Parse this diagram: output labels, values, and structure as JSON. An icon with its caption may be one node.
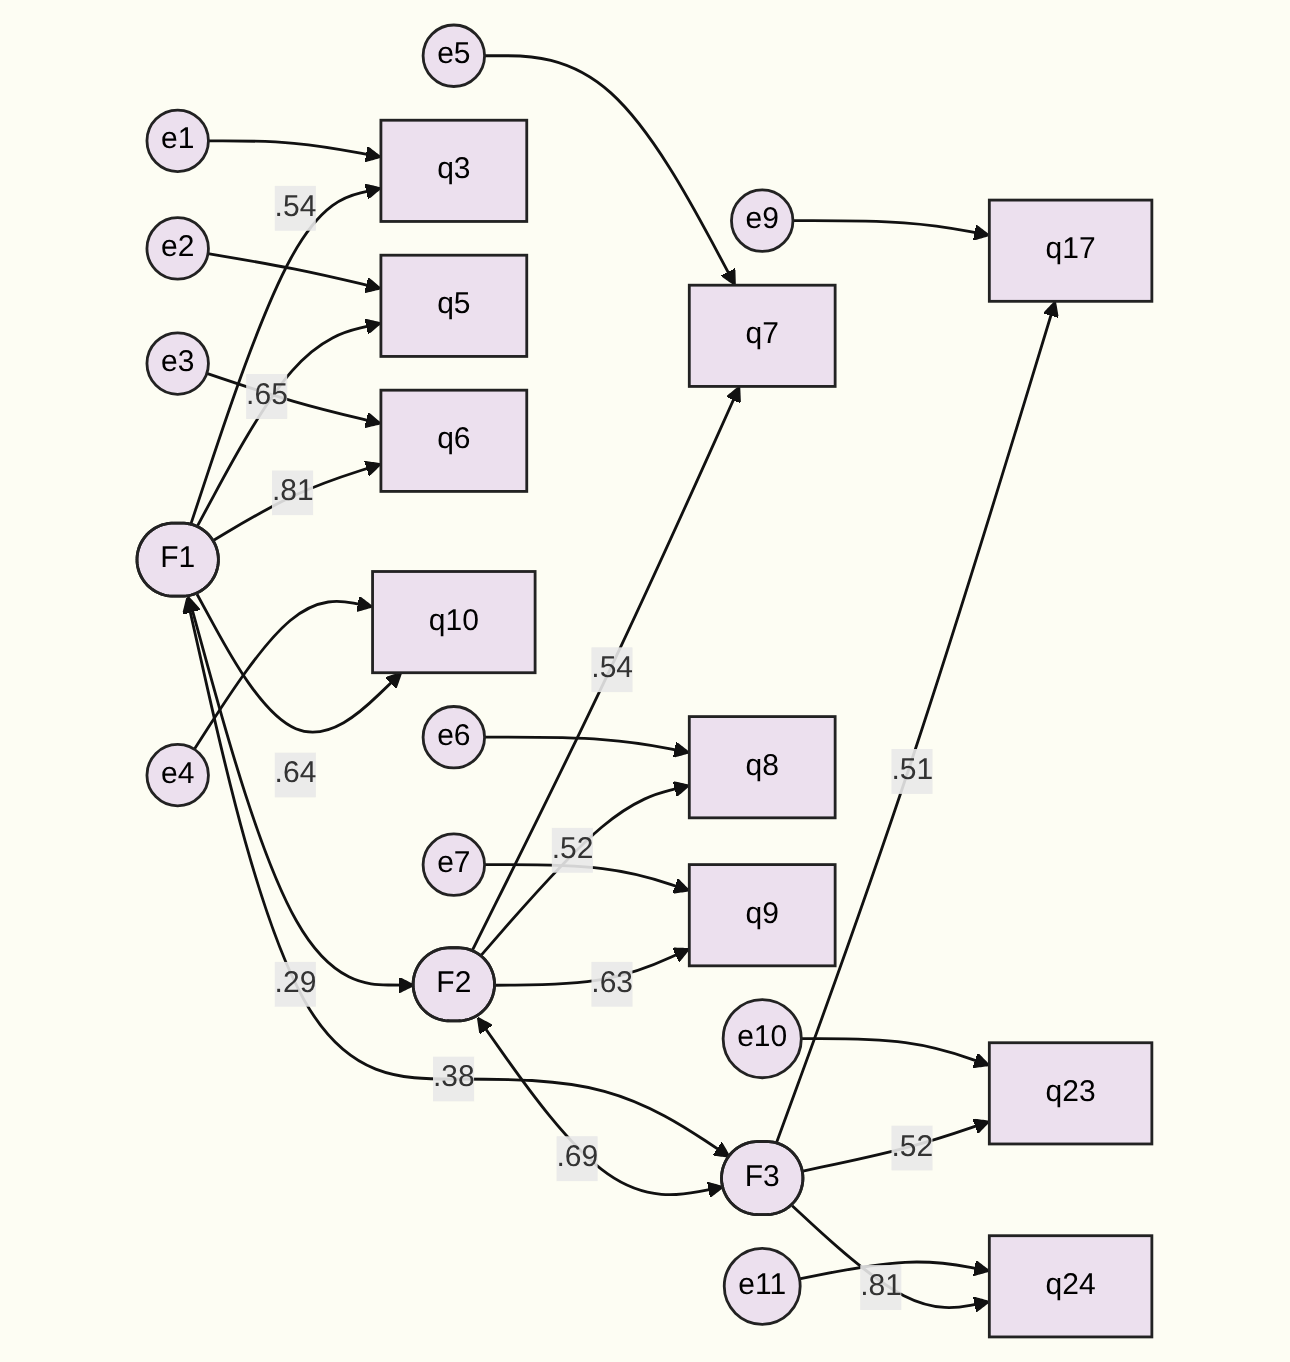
{
  "diagram": {
    "nodes": [
      {
        "text": [
          "F1"
        ]
      },
      {
        "text": [
          "F2"
        ]
      },
      {
        "text": [
          "F3"
        ]
      },
      {
        "text": [
          "q3"
        ]
      },
      {
        "text": [
          "q5"
        ]
      },
      {
        "text": [
          "q6"
        ]
      },
      {
        "text": [
          "q10"
        ]
      },
      {
        "text": [
          "q7"
        ]
      },
      {
        "text": [
          "q8"
        ]
      },
      {
        "text": [
          "q9"
        ]
      },
      {
        "text": [
          "q17"
        ]
      },
      {
        "text": [
          "q23"
        ]
      },
      {
        "text": [
          "q24"
        ]
      },
      {
        "text": [
          "e1"
        ]
      },
      {
        "text": [
          "e2"
        ]
      },
      {
        "text": [
          "e3"
        ]
      },
      {
        "text": [
          "e4"
        ]
      },
      {
        "text": [
          "e5"
        ]
      },
      {
        "text": [
          "e6"
        ]
      },
      {
        "text": [
          "e7"
        ]
      },
      {
        "text": [
          "e9"
        ]
      },
      {
        "text": [
          "e10"
        ]
      },
      {
        "text": [
          "e11"
        ]
      }
    ],
    "edges": [
      {
        "from": 0,
        "to": 3,
        "arrow": "to",
        "label": ".54"
      },
      {
        "from": 0,
        "to": 4,
        "arrow": "to",
        "label": ".65"
      },
      {
        "from": 0,
        "to": 5,
        "arrow": "to",
        "label": ".81"
      },
      {
        "from": 0,
        "to": 6,
        "arrow": "to",
        "label": ".64"
      },
      {
        "from": 1,
        "to": 7,
        "arrow": "to",
        "label": ".54"
      },
      {
        "from": 1,
        "to": 8,
        "arrow": "to",
        "label": ".52"
      },
      {
        "from": 1,
        "to": 9,
        "arrow": "to",
        "label": ".63"
      },
      {
        "from": 2,
        "to": 10,
        "arrow": "to",
        "label": ".51"
      },
      {
        "from": 2,
        "to": 11,
        "arrow": "to",
        "label": ".52"
      },
      {
        "from": 2,
        "to": 12,
        "arrow": "to",
        "label": ".81"
      },
      {
        "from": 13,
        "to": 3,
        "arrow": "to"
      },
      {
        "from": 14,
        "to": 4,
        "arrow": "to"
      },
      {
        "from": 15,
        "to": 5,
        "arrow": "to"
      },
      {
        "from": 16,
        "to": 6,
        "arrow": "to"
      },
      {
        "from": 17,
        "to": 7,
        "arrow": "to"
      },
      {
        "from": 18,
        "to": 8,
        "arrow": "to"
      },
      {
        "from": 19,
        "to": 9,
        "arrow": "to"
      },
      {
        "from": 20,
        "to": 10,
        "arrow": "to"
      },
      {
        "from": 21,
        "to": 11,
        "arrow": "to"
      },
      {
        "from": 22,
        "to": 12,
        "arrow": "to"
      },
      {
        "from": 0,
        "to": 1,
        "arrow": "both",
        "label": ".29"
      },
      {
        "from": 1,
        "to": 2,
        "arrow": "both",
        "label": ".69"
      },
      {
        "from": 0,
        "to": 2,
        "arrow": "both",
        "label": ".38"
      }
    ]
  }
}
